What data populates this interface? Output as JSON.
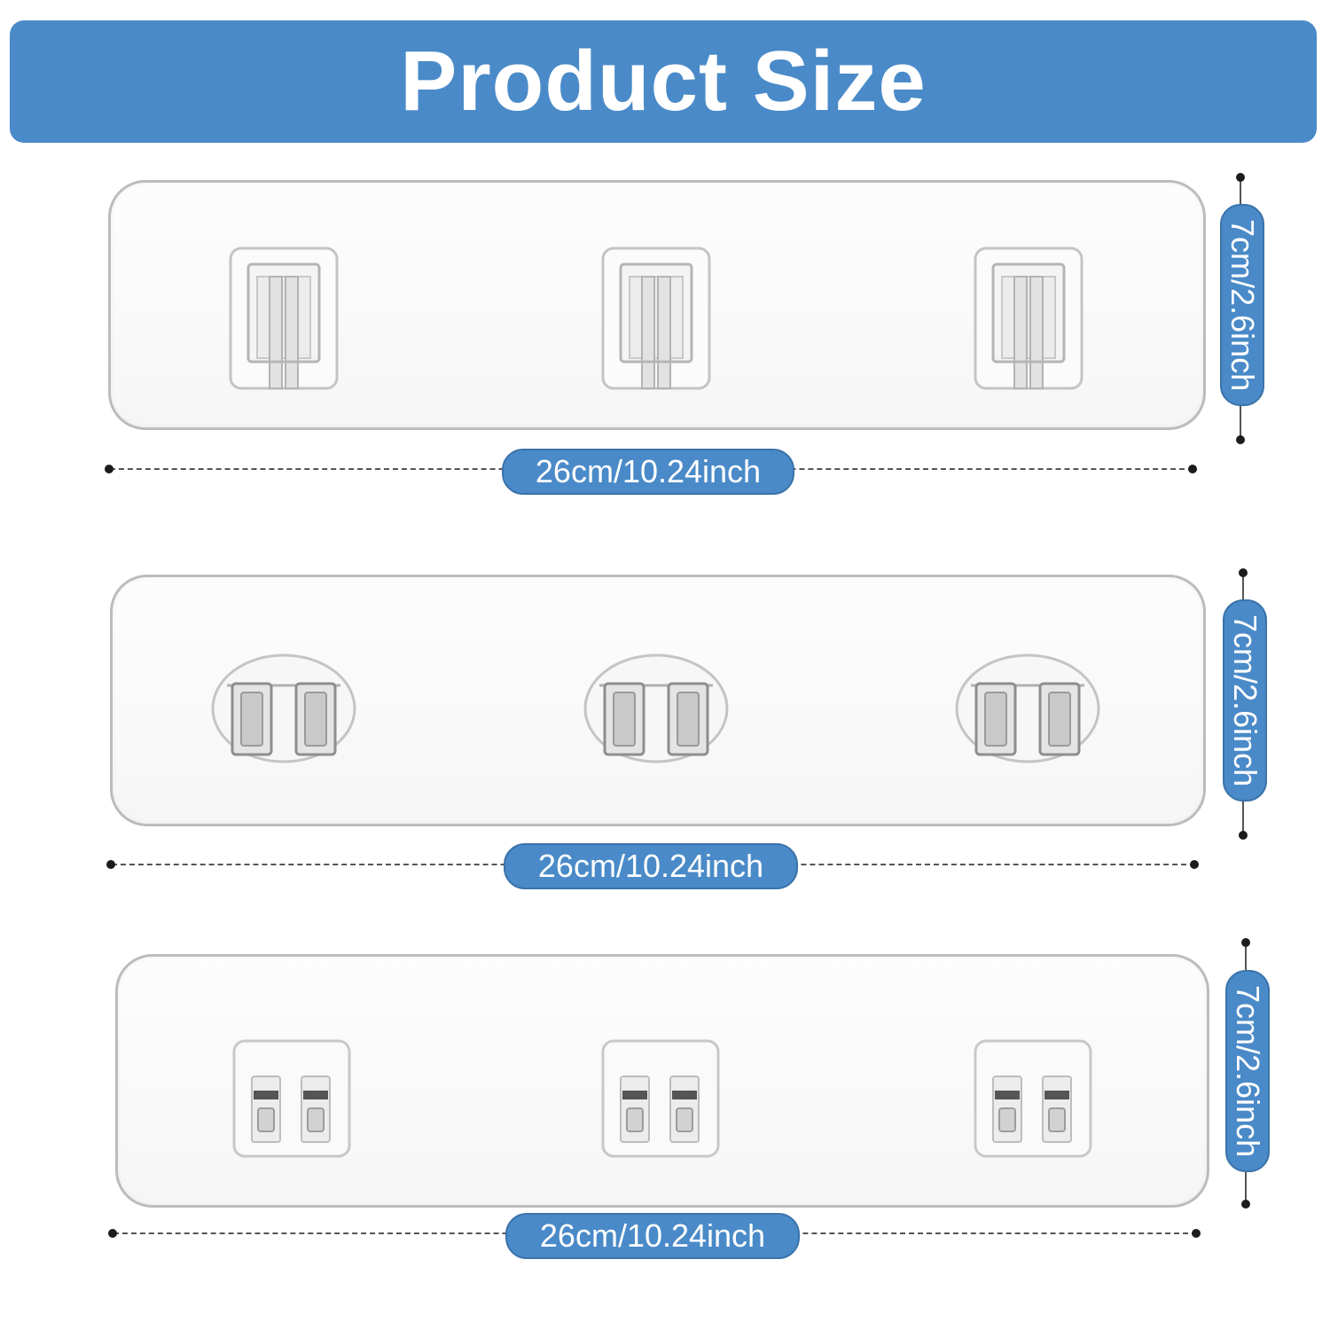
{
  "title": "Product Size",
  "products": [
    {
      "hook_style": "single-hook-square-icon",
      "width_label": "26cm/10.24inch",
      "height_label": "7cm/2.6inch"
    },
    {
      "hook_style": "double-clip-round-icon",
      "width_label": "26cm/10.24inch",
      "height_label": "7cm/2.6inch"
    },
    {
      "hook_style": "double-small-hook-square-icon",
      "width_label": "26cm/10.24inch",
      "height_label": "7cm/2.6inch"
    }
  ],
  "colors": {
    "accent": "#4a8ac8",
    "plate_border": "#bcbcbc",
    "dot": "#1c1c1c"
  }
}
